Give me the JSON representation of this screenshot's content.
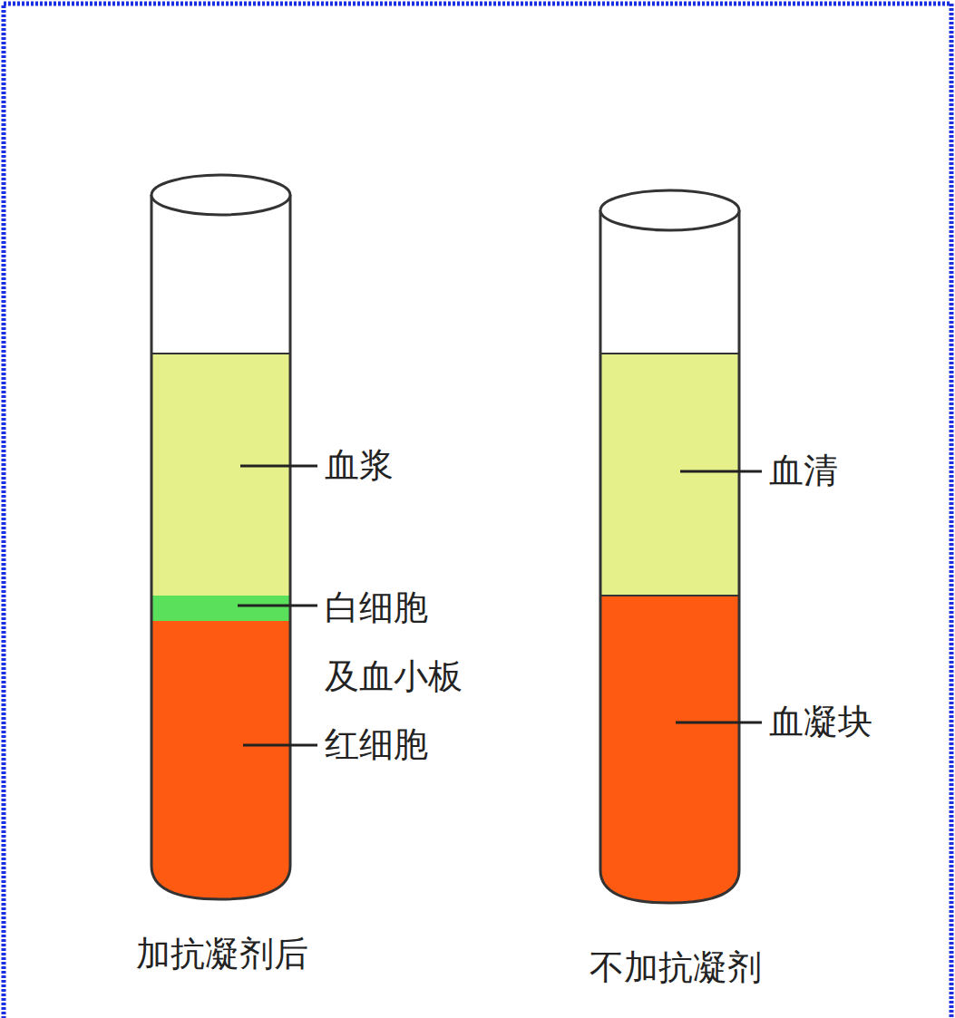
{
  "diagram": {
    "labels": [
      "血浆",
      "白细胞 及血小板",
      "红细胞",
      "加抗凝剂后",
      "血清",
      "血凝块",
      "不加抗凝剂"
    ]
  }
}
